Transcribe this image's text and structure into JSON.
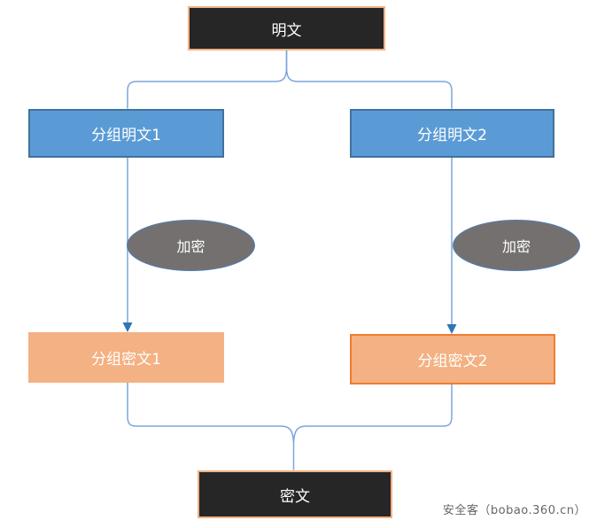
{
  "diagram": {
    "nodes": {
      "plaintext": {
        "label": "明文"
      },
      "block_plaintext_1": {
        "label": "分组明文1"
      },
      "block_plaintext_2": {
        "label": "分组明文2"
      },
      "encrypt_left": {
        "label": "加密"
      },
      "encrypt_right": {
        "label": "加密"
      },
      "block_ciphertext_1": {
        "label": "分组密文1"
      },
      "block_ciphertext_2": {
        "label": "分组密文2"
      },
      "ciphertext": {
        "label": "密文"
      }
    },
    "colors": {
      "dark_box_fill": "#262626",
      "dark_box_border": "#f0b184",
      "blue_box_fill": "#5b9bd5",
      "blue_box_border": "#41719c",
      "orange_box_fill": "#f4b183",
      "orange_box_border": "#ed7d31",
      "ellipse_fill": "#757070",
      "ellipse_border": "#4a7ebb",
      "connector": "#7ca5db",
      "arrowhead": "#2e75b6"
    },
    "watermark": "安全客（bobao.360.cn）"
  }
}
